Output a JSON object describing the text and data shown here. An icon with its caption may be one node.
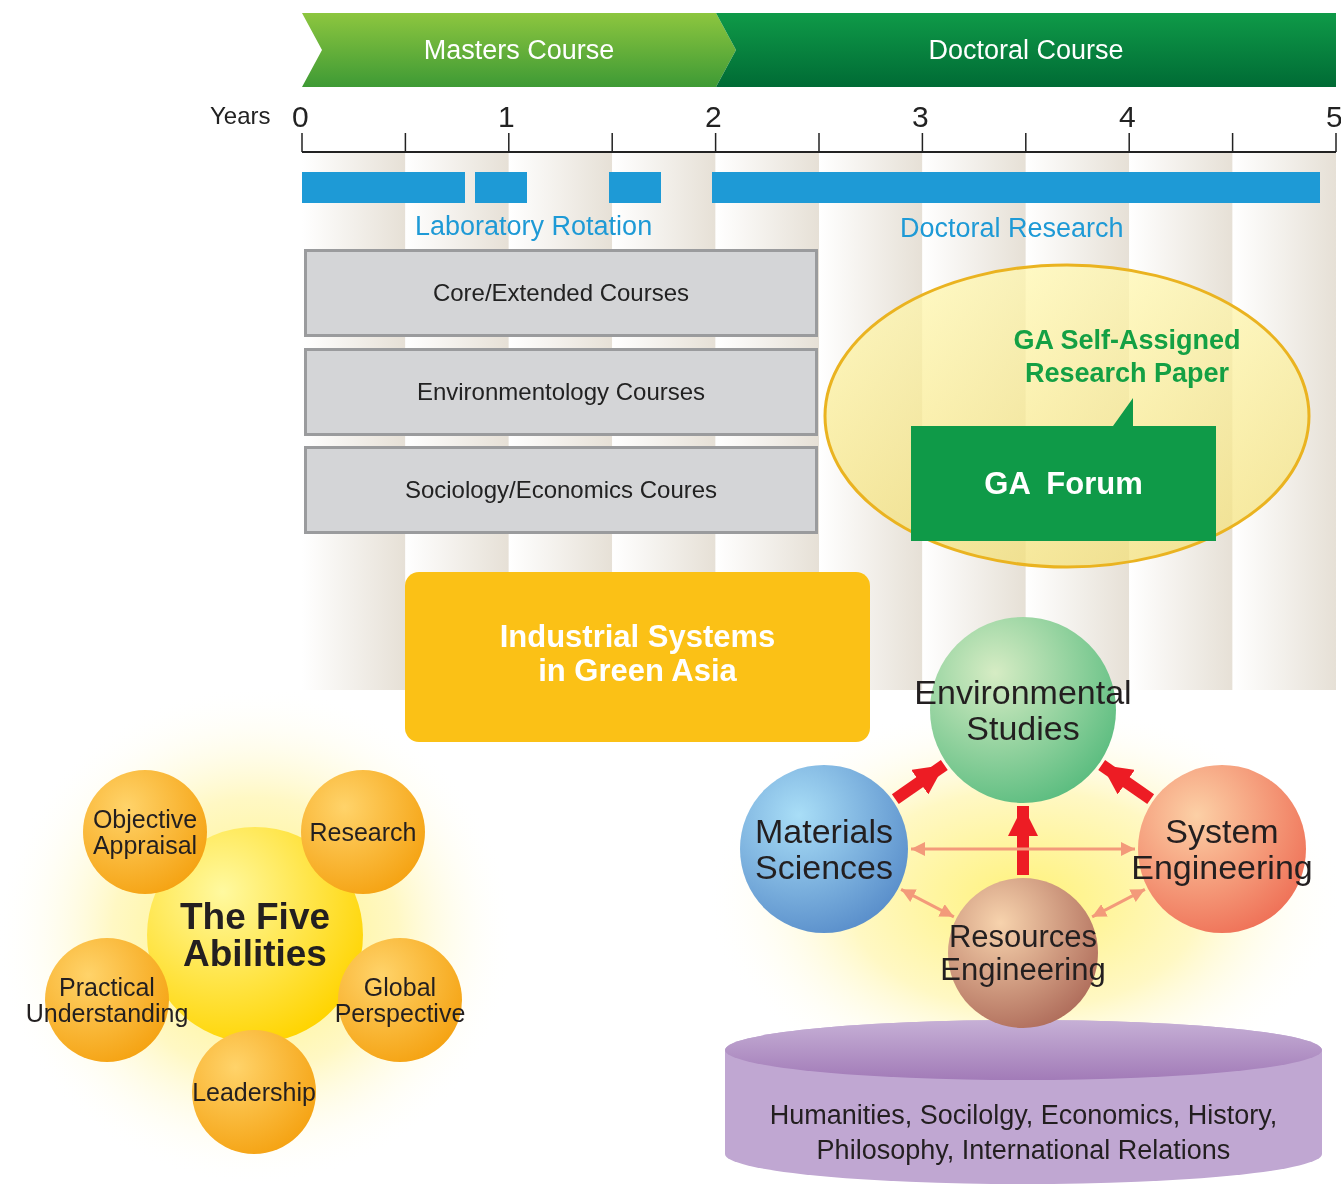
{
  "diagram": {
    "nodes": [
      {
        "text": [
          "Masters Course"
        ]
      },
      {
        "text": [
          "Doctoral Course"
        ]
      },
      {
        "text": [
          "Core/Extended Courses"
        ]
      },
      {
        "text": [
          "Environmentology Courses"
        ]
      },
      {
        "text": [
          "Sociology/Economics Coures"
        ]
      },
      {
        "text": [
          "GA Self-Assigned Research Paper"
        ]
      },
      {
        "text": [
          "GA Forum"
        ],
        "in": 5
      },
      {
        "text": [
          "Industrial Systems in Green Asia"
        ]
      },
      {
        "text": [
          "The Five Abilities"
        ]
      },
      {
        "text": [
          "Objective Appraisal"
        ]
      },
      {
        "text": [
          "Research"
        ]
      },
      {
        "text": [
          "Practical Understanding"
        ]
      },
      {
        "text": [
          "Global Perspective"
        ]
      },
      {
        "text": [
          "Leadership"
        ]
      },
      {
        "text": [
          "Environmental Studies"
        ]
      },
      {
        "text": [
          "Materials Sciences"
        ]
      },
      {
        "text": [
          "System Engineering"
        ]
      },
      {
        "text": [
          "Resources Engineering"
        ]
      },
      {
        "text": [
          "Humanities, Socilolgy, Economics, History, Philosophy, International Relations"
        ]
      },
      {
        "text": [],
        "shape": "bar"
      },
      {
        "text": [],
        "shape": "bar",
        "beside": [
          "Laboratory Rotation"
        ]
      },
      {
        "text": [],
        "shape": "bar"
      },
      {
        "text": [],
        "shape": "bar",
        "beside": [
          "Doctoral Research"
        ]
      }
    ],
    "edges": [
      {
        "from": 15,
        "to": 14,
        "arrow": "to",
        "style": "thick",
        "color": "#ed1c24"
      },
      {
        "from": 16,
        "to": 14,
        "arrow": "to",
        "style": "thick",
        "color": "#ed1c24"
      },
      {
        "from": 17,
        "to": 14,
        "arrow": "to",
        "style": "thick",
        "color": "#ed1c24"
      },
      {
        "from": 15,
        "to": 16,
        "arrow": "both",
        "color": "#f39a7a"
      },
      {
        "from": 15,
        "to": 17,
        "arrow": "both",
        "color": "#f39a7a"
      },
      {
        "from": 16,
        "to": 17,
        "arrow": "both",
        "color": "#f39a7a"
      }
    ],
    "labels": [
      "Years",
      "0",
      "1",
      "2",
      "3",
      "4",
      "5"
    ]
  }
}
